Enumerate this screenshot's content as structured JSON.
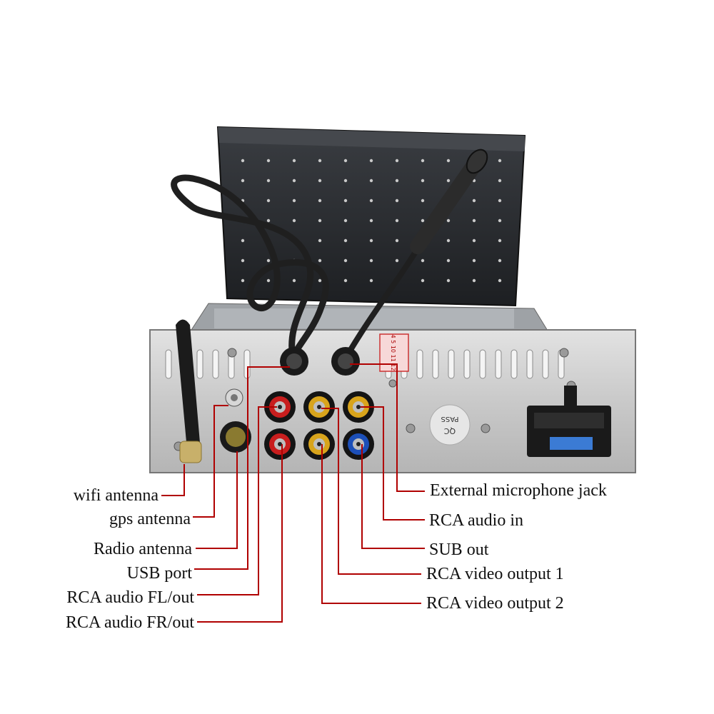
{
  "labels": {
    "left": [
      "wifi antenna",
      "gps antenna",
      "Radio antenna",
      "USB port",
      "RCA audio FL/out",
      "RCA audio FR/out"
    ],
    "right": [
      "External microphone jack",
      "RCA audio in",
      "SUB out",
      "RCA video output 1",
      "RCA video output 2"
    ]
  },
  "stickers": {
    "qc_text": "QC",
    "pass_text": "PASS",
    "pin_text": "4 5 10 11 12"
  },
  "colors": {
    "leader_line": "#b00000",
    "chassis": "#c8c8c8",
    "cover": "#2b2d31",
    "rca_red": "#c81e1e",
    "rca_yellow": "#d8a41c",
    "rca_blue": "#1c4fb8",
    "cable": "#1f1f1f"
  }
}
